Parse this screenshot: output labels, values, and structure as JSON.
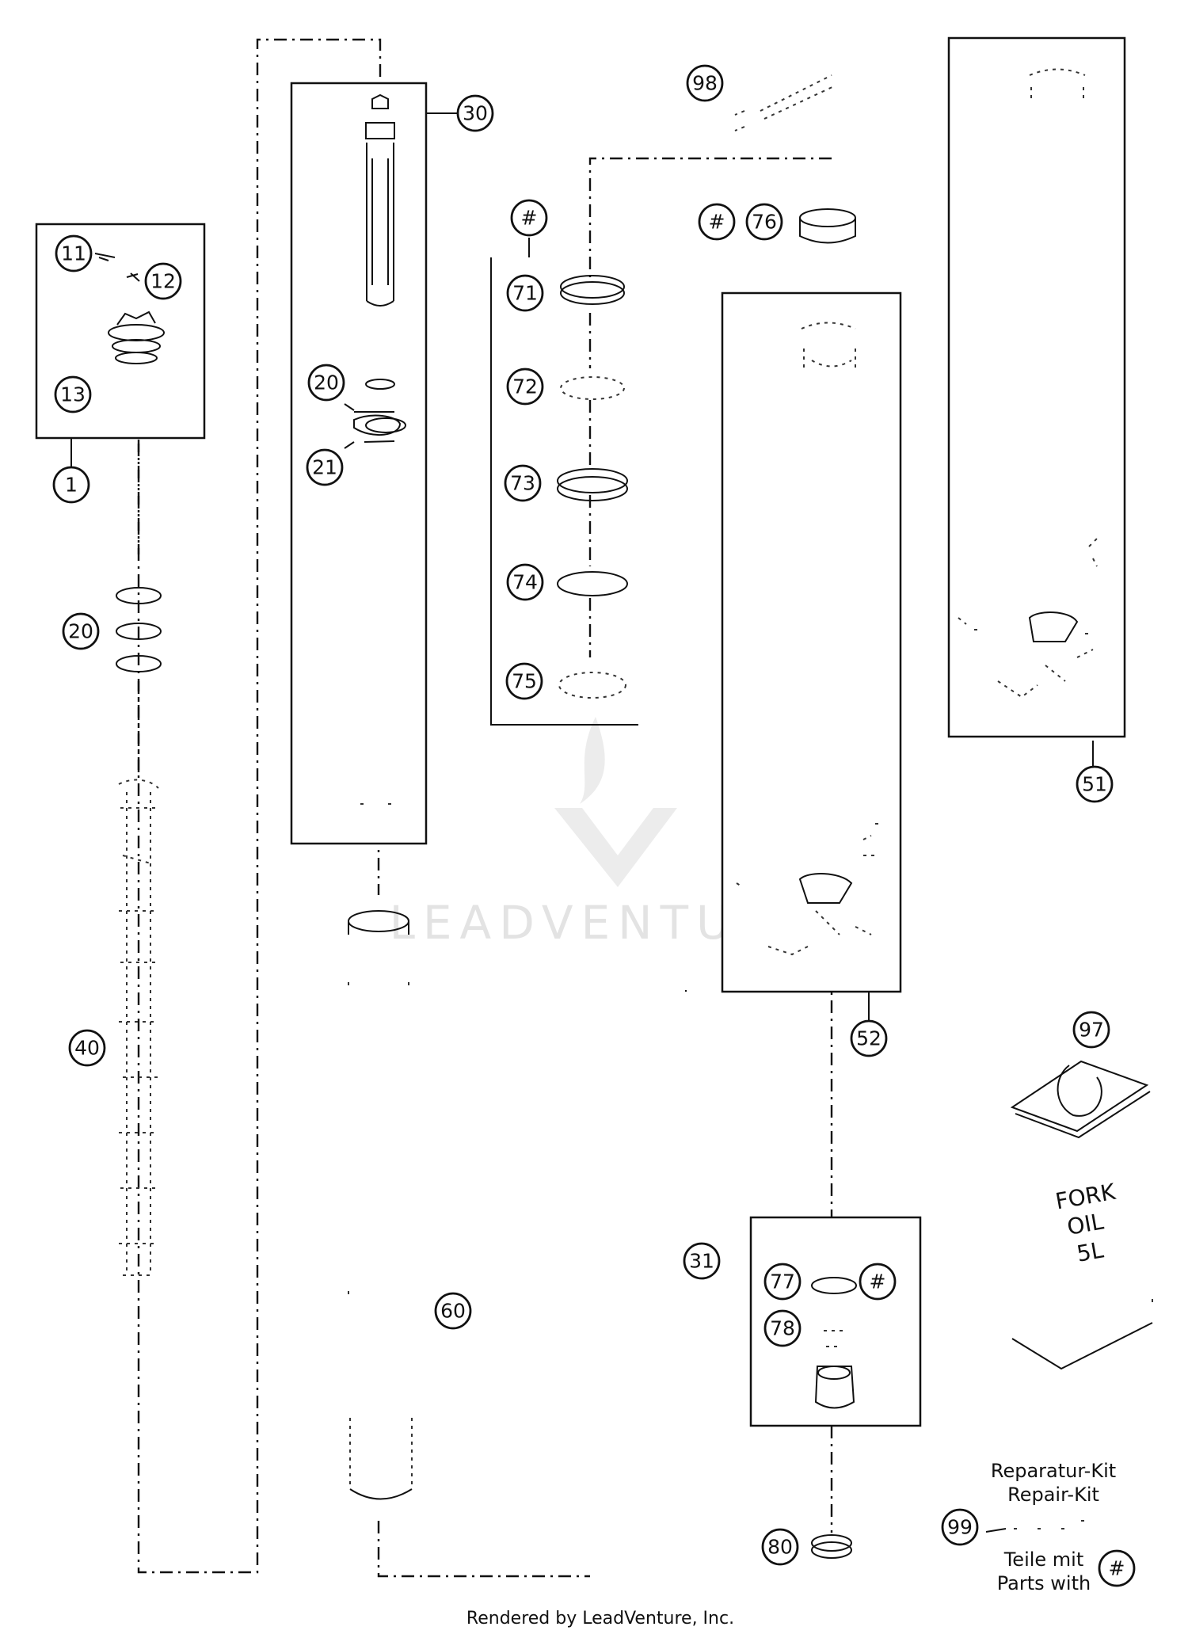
{
  "watermark": {
    "text": "LEADVENTURE"
  },
  "callouts": [
    {
      "id": "c-98",
      "label": "98"
    },
    {
      "id": "c-30",
      "label": "30"
    },
    {
      "id": "c-hash-top",
      "label": "#"
    },
    {
      "id": "c-hash-76",
      "label": "#"
    },
    {
      "id": "c-76",
      "label": "76"
    },
    {
      "id": "c-11",
      "label": "11"
    },
    {
      "id": "c-12",
      "label": "12"
    },
    {
      "id": "c-13",
      "label": "13"
    },
    {
      "id": "c-1",
      "label": "1"
    },
    {
      "id": "c-20a",
      "label": "20"
    },
    {
      "id": "c-21",
      "label": "21"
    },
    {
      "id": "c-20b",
      "label": "20"
    },
    {
      "id": "c-71",
      "label": "71"
    },
    {
      "id": "c-72",
      "label": "72"
    },
    {
      "id": "c-73",
      "label": "73"
    },
    {
      "id": "c-74",
      "label": "74"
    },
    {
      "id": "c-75",
      "label": "75"
    },
    {
      "id": "c-51",
      "label": "51"
    },
    {
      "id": "c-40",
      "label": "40"
    },
    {
      "id": "c-52",
      "label": "52"
    },
    {
      "id": "c-97",
      "label": "97"
    },
    {
      "id": "c-31",
      "label": "31"
    },
    {
      "id": "c-77",
      "label": "77"
    },
    {
      "id": "c-hash-77",
      "label": "#"
    },
    {
      "id": "c-78",
      "label": "78"
    },
    {
      "id": "c-60",
      "label": "60"
    },
    {
      "id": "c-99",
      "label": "99"
    },
    {
      "id": "c-80",
      "label": "80"
    },
    {
      "id": "c-hash-legend",
      "label": "#"
    }
  ],
  "oil_can": {
    "line1": "FORK",
    "line2": "OIL",
    "line3": "5L"
  },
  "legend": {
    "repair_kit_de": "Reparatur-Kit",
    "repair_kit_en": "Repair-Kit",
    "parts_with_de": "Teile mit",
    "parts_with_en": "Parts with"
  },
  "footer": {
    "rendered_by": "Rendered by LeadVenture, Inc."
  }
}
